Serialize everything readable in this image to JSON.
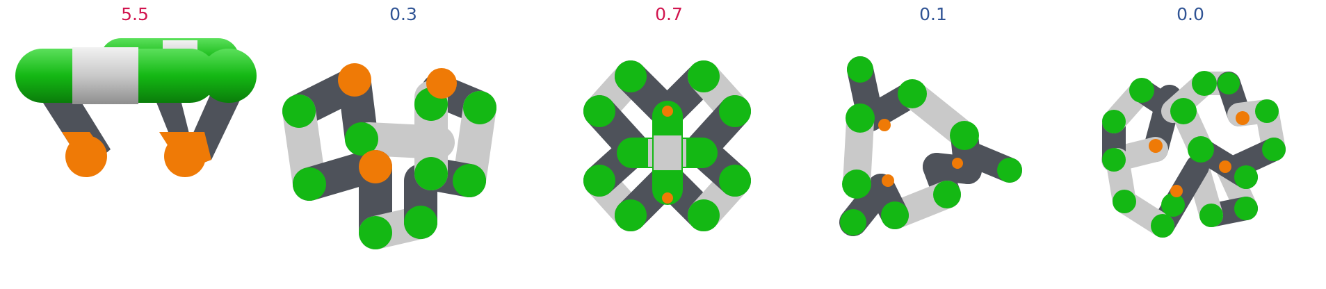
{
  "colors": {
    "green": "#14b814",
    "green_dark": "#0a7d0a",
    "orange": "#ef7a06",
    "orange_dark": "#b45400",
    "grey_dark": "#4e525a",
    "grey_light": "#c9c9c9",
    "score_high": "#d1144e",
    "score_low": "#2f5394"
  },
  "panels": [
    {
      "score": "5.5",
      "score_color": "high"
    },
    {
      "score": "0.3",
      "score_color": "low"
    },
    {
      "score": "0.7",
      "score_color": "high"
    },
    {
      "score": "0.1",
      "score_color": "low"
    },
    {
      "score": "0.0",
      "score_color": "low"
    }
  ]
}
